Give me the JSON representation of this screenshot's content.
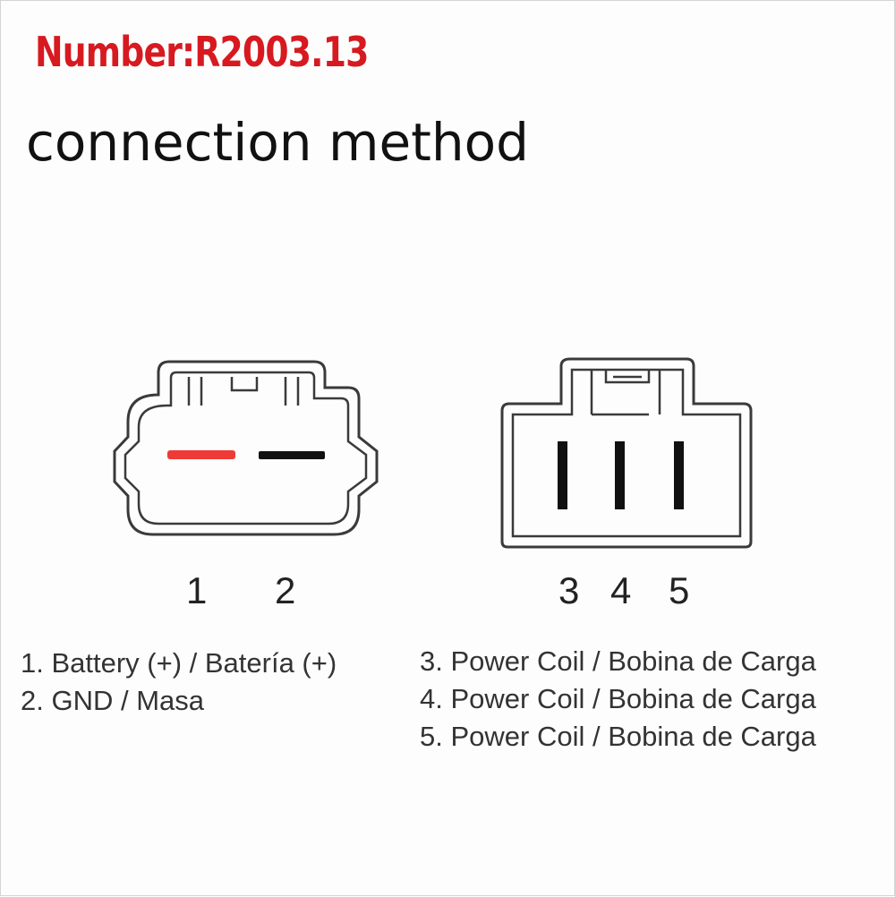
{
  "header": {
    "number_label": "Number:R2003.13",
    "subtitle": "connection method"
  },
  "colors": {
    "accent_red": "#d71920",
    "wire_red": "#ef3b36",
    "wire_black": "#111111",
    "outline": "#3a3a3a"
  },
  "connector_a": {
    "pins": [
      {
        "number": "1",
        "wire_color": "red"
      },
      {
        "number": "2",
        "wire_color": "black"
      }
    ],
    "legend": [
      "1. Battery (+) / Batería (+)",
      "2. GND / Masa"
    ]
  },
  "connector_b": {
    "pins": [
      {
        "number": "3"
      },
      {
        "number": "4"
      },
      {
        "number": "5"
      }
    ],
    "legend": [
      "3. Power Coil / Bobina de Carga",
      "4. Power Coil / Bobina de Carga",
      "5. Power Coil / Bobina de Carga"
    ]
  }
}
